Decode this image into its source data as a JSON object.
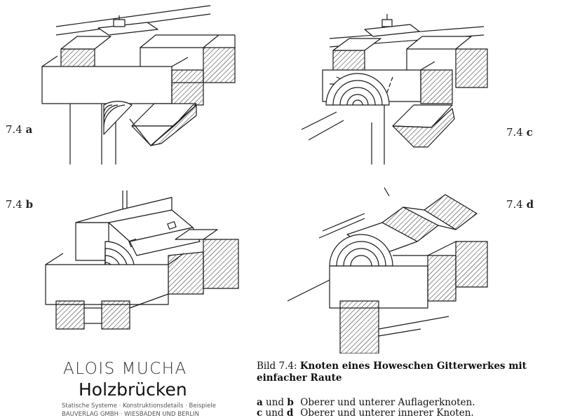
{
  "figure": {
    "labels": {
      "a": {
        "num": "7.4",
        "letter": "a"
      },
      "b": {
        "num": "7.4",
        "letter": "b"
      },
      "c": {
        "num": "7.4",
        "letter": "c"
      },
      "d": {
        "num": "7.4",
        "letter": "d"
      }
    }
  },
  "book": {
    "author": "ALOIS MUCHA",
    "title": "Holzbrücken",
    "subtitle": "Statische Systeme · Konstruktionsdetails · Beispiele",
    "publisher": "BAUVERLAG GMBH · WIESBADEN UND BERLIN"
  },
  "caption": {
    "number": "Bild 7.4:",
    "title": "Knoten eines Howeschen Gitterwerkes mit einfacher Raute",
    "legend": [
      {
        "l1": "a",
        "conj": "und",
        "l2": "b",
        "text": "Oberer und unterer Auflagerknoten."
      },
      {
        "l1": "c",
        "conj": "und",
        "l2": "d",
        "text": "Oberer und unterer innerer Knoten."
      }
    ]
  },
  "colors": {
    "ink": "#1a1a1a",
    "background": "#ffffff"
  }
}
